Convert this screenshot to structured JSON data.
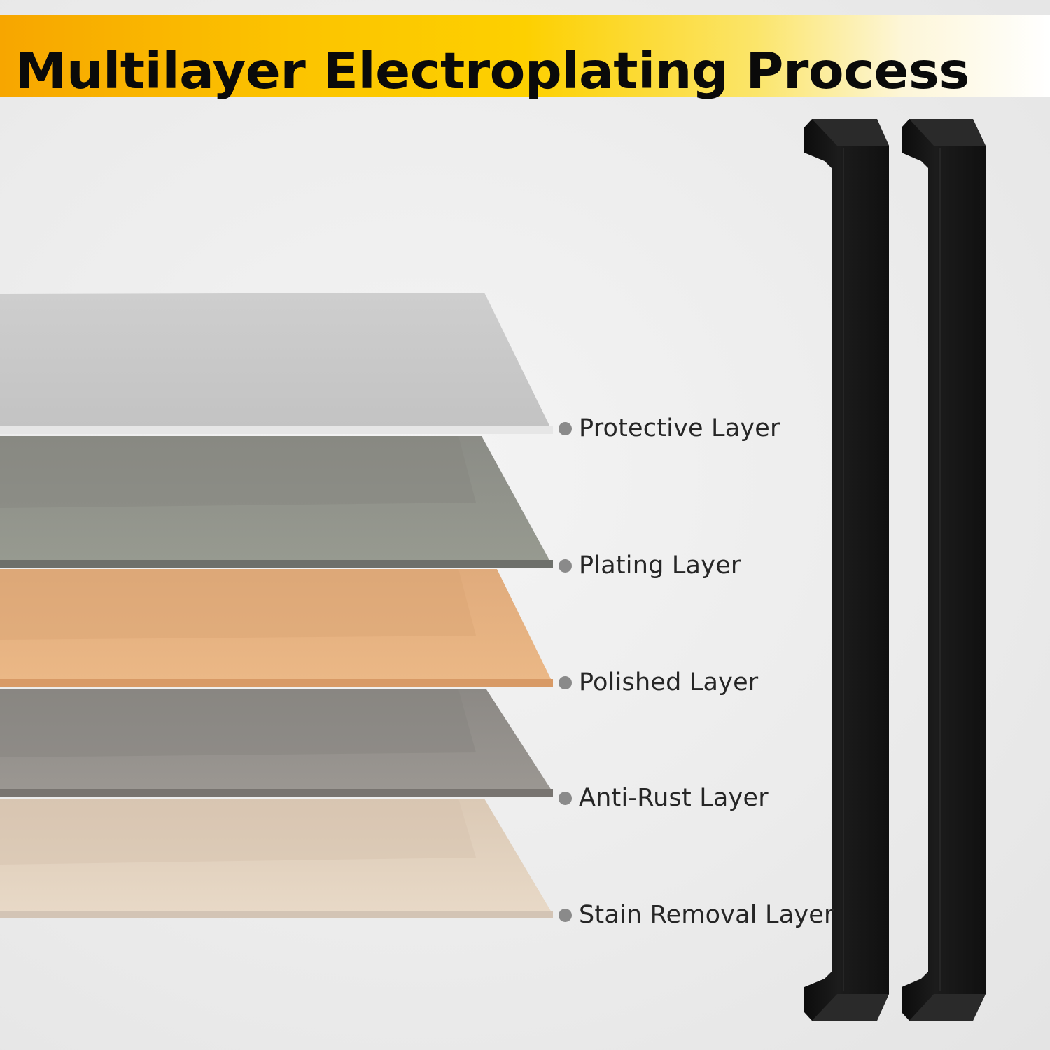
{
  "title": "Multilayer Electroplating Process",
  "colors": {
    "banner_start": "#f7a600",
    "banner_mid": "#fdd000",
    "banner_end": "#ffffff",
    "handle": "#151515",
    "bullet": "#8a8a8a"
  },
  "layers": [
    {
      "label": "Protective Layer",
      "color": "#c9c9c9",
      "edge_color": "#e6e6e6"
    },
    {
      "label": "Plating Layer",
      "color": "#8f928a",
      "edge_color": "#6e706b"
    },
    {
      "label": "Polished Layer",
      "color": "#e6b080",
      "edge_color": "#d89a66"
    },
    {
      "label": "Anti-Rust Layer",
      "color": "#918d89",
      "edge_color": "#787470"
    },
    {
      "label": "Stain Removal Layer",
      "color": "#e3d1bd",
      "edge_color": "#d3c4b5"
    }
  ],
  "handles": {
    "count": 2,
    "icon": "bar-pull-handle-icon"
  }
}
